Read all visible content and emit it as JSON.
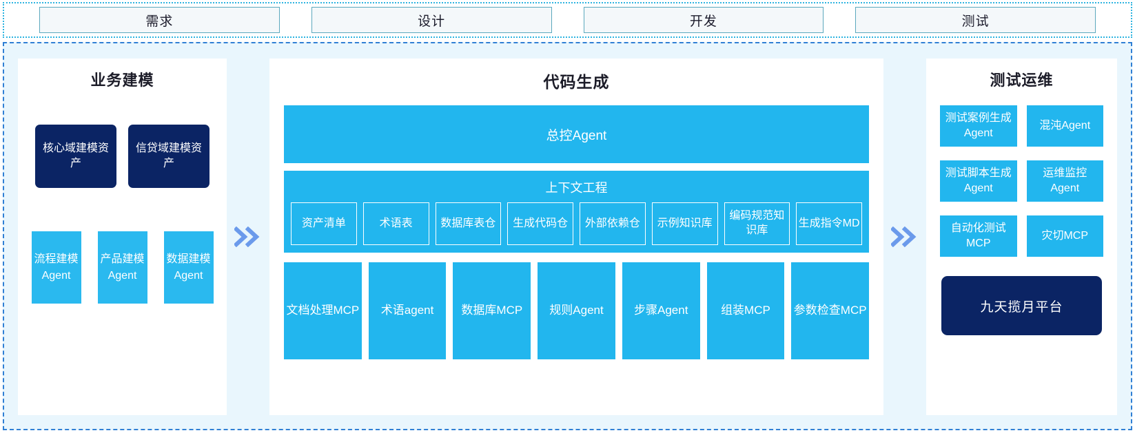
{
  "phase_bar": {
    "phases": [
      {
        "label": "需求"
      },
      {
        "label": "设计"
      },
      {
        "label": "开发"
      },
      {
        "label": "测试"
      }
    ]
  },
  "colors": {
    "accent_blue": "#22b6ee",
    "navy": "#0b2464",
    "chevron": "#6b9aeb",
    "panel_bg": "#e9f6fd",
    "phase_border": "#5ba8bd",
    "outer_dash": "#2bb3e0",
    "main_dash": "#2f7fd4"
  },
  "panels": {
    "left": {
      "title": "业务建模",
      "assets": [
        {
          "label": "核心域建模资产"
        },
        {
          "label": "信贷域建模资产"
        }
      ],
      "agents": [
        {
          "label": "流程建模Agent"
        },
        {
          "label": "产品建模Agent"
        },
        {
          "label": "数据建模Agent"
        }
      ]
    },
    "center": {
      "title": "代码生成",
      "master_agent": "总控Agent",
      "context": {
        "title": "上下文工程",
        "items": [
          {
            "label": "资产清单"
          },
          {
            "label": "术语表"
          },
          {
            "label": "数据库表仓"
          },
          {
            "label": "生成代码仓"
          },
          {
            "label": "外部依赖仓"
          },
          {
            "label": "示例知识库"
          },
          {
            "label": "编码规范知识库"
          },
          {
            "label": "生成指令MD"
          }
        ]
      },
      "tools": [
        {
          "label": "文档处理MCP"
        },
        {
          "label": "术语agent"
        },
        {
          "label": "数据库MCP"
        },
        {
          "label": "规则Agent"
        },
        {
          "label": "步骤Agent"
        },
        {
          "label": "组装MCP"
        },
        {
          "label": "参数检查MCP"
        }
      ]
    },
    "right": {
      "title": "测试运维",
      "items": [
        {
          "label": "测试案例生成Agent"
        },
        {
          "label": "混沌Agent"
        },
        {
          "label": "测试脚本生成Agent"
        },
        {
          "label": "运维监控Agent"
        },
        {
          "label": "自动化测试MCP"
        },
        {
          "label": "灾切MCP"
        }
      ],
      "platform": {
        "label": "九天揽月平台"
      }
    }
  },
  "separators": {
    "left_to_center": "double-chevron-right",
    "center_to_right": "double-chevron-right"
  }
}
